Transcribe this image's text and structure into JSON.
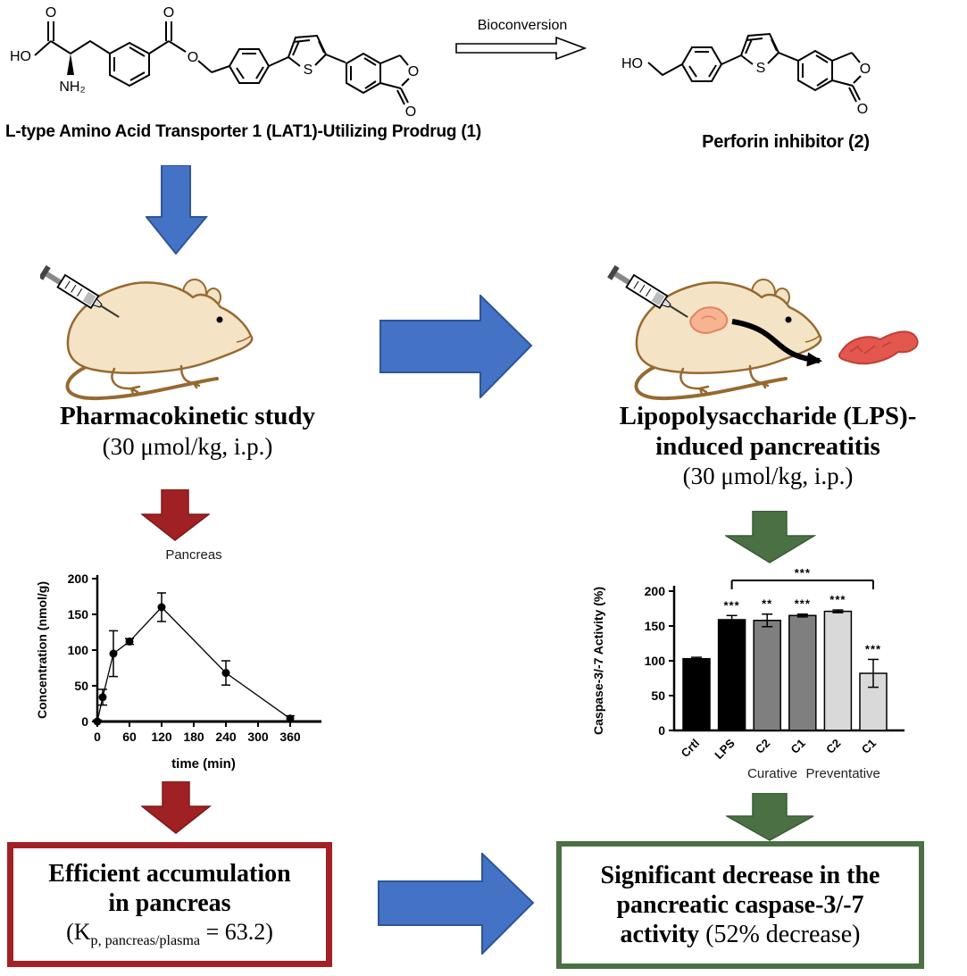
{
  "figure": {
    "prodrug_label": "L-type Amino Acid Transporter 1 (LAT1)-Utilizing Prodrug (1)",
    "bioconversion_label": "Bioconversion",
    "inhibitor_label": "Perforin inhibitor (2)"
  },
  "molecules": {
    "prodrug_atoms": {
      "ho": "HO",
      "acid_o": "O",
      "nh2": "NH₂",
      "ester_dbl_o": "O",
      "ester_o": "O",
      "s": "S",
      "ring_o": "O",
      "carbonyl_o": "O"
    },
    "inhibitor_atoms": {
      "ho": "HO",
      "s": "S",
      "ring_o": "O",
      "carbonyl_o": "O"
    }
  },
  "pk_study": {
    "title": "Pharmacokinetic study",
    "dose": "(30 μmol/kg, i.p.)"
  },
  "lps_model": {
    "title_line1": "Lipopolysaccharide (LPS)-",
    "title_line2": "induced pancreatitis",
    "dose": "(30 μmol/kg, i.p.)"
  },
  "conclusion_left": {
    "line1": "Efficient accumulation",
    "line2": "in pancreas",
    "kp_open": "(K",
    "kp_sub": "p, pancreas/plasma",
    "kp_close": " = 63.2)"
  },
  "conclusion_right": {
    "line1": "Significant decrease in the",
    "line2": "pancreatic caspase-3/-7",
    "line3_bold": "activity",
    "line3_rest": " (52% decrease)"
  },
  "colors": {
    "blue_arrow": "#4472C4",
    "blue_arrow_border": "#2E5597",
    "red_arrow": "#A02123",
    "red_arrow_border": "#7F1A1A",
    "red_box_border": "#A32125",
    "green_arrow": "#4A7044",
    "green_arrow_border": "#3A5A36",
    "green_box_border": "#4A7044",
    "mouse_body": "#F4E3C5",
    "mouse_outline": "#96692F",
    "pancreas_organ": "#E4574E",
    "pancreas_inner": "#F6B492"
  },
  "chart_data": [
    {
      "type": "line",
      "title": "Pancreas",
      "xlabel": "time (min)",
      "ylabel": "Concentration (nmol/g)",
      "x": [
        0,
        10,
        30,
        60,
        120,
        240,
        360
      ],
      "y": [
        0,
        34,
        95,
        112,
        160,
        68,
        4
      ],
      "yerr": [
        2,
        11,
        32,
        4,
        20,
        17,
        4
      ],
      "xticks": [
        0,
        60,
        120,
        180,
        240,
        300,
        360
      ],
      "yticks": [
        0,
        50,
        100,
        150,
        200
      ],
      "xlim": [
        0,
        400
      ],
      "ylim": [
        0,
        200
      ],
      "marker": "filled-circle",
      "grid": false,
      "line_color": "#000000"
    },
    {
      "type": "bar",
      "title": "",
      "ylabel": "Caspase-3/-7 Activity (%)",
      "categories": [
        "Crtl",
        "LPS",
        "C2",
        "C1",
        "C2",
        "C1"
      ],
      "values": [
        103,
        159,
        158,
        165,
        171,
        82
      ],
      "errors": [
        2,
        6,
        9,
        2,
        2,
        20
      ],
      "bar_colors": [
        "#000000",
        "#000000",
        "#7f7f7f",
        "#7f7f7f",
        "#d9d9d9",
        "#d9d9d9"
      ],
      "significance": [
        "",
        "***",
        "**",
        "***",
        "***",
        "***"
      ],
      "group_labels": [
        {
          "label": "Curative",
          "bars": [
            2,
            3
          ]
        },
        {
          "label": "Preventative",
          "bars": [
            4,
            5
          ]
        }
      ],
      "comparison_bracket": {
        "from": 1,
        "to": 5,
        "label": "***"
      },
      "yticks": [
        0,
        50,
        100,
        150,
        200
      ],
      "ylim": [
        0,
        200
      ],
      "grid": false
    }
  ]
}
